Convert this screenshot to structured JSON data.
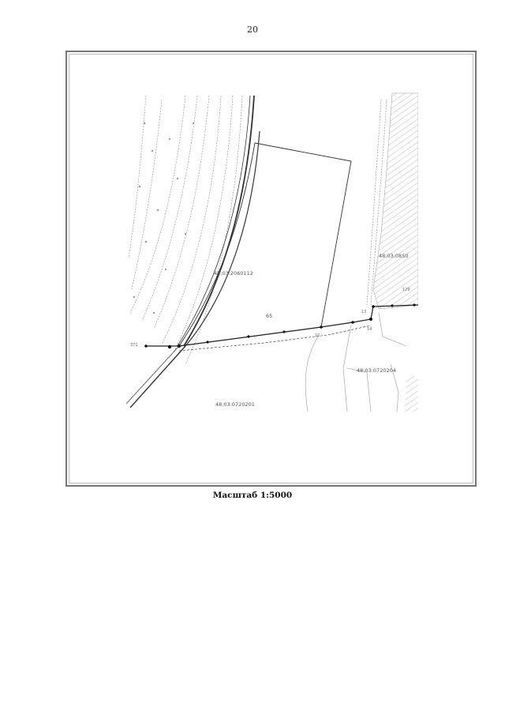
{
  "page": {
    "number": "20"
  },
  "map": {
    "scale_caption": "Масштаб 1:5000",
    "parcel_labels": {
      "main_quarter": "48:03:2060112",
      "bottom_quarter": "48:03:0720201",
      "right_bottom_quarter": "48:03:0720204",
      "right_top_quarter": "48:03:0850",
      "parcel_number": "65"
    },
    "point_labels": {
      "left_point": "371",
      "mid_point": "10",
      "right_point_a": "13",
      "right_point_b": "14",
      "right_point_c": "129"
    },
    "colors": {
      "line": "#222222",
      "sketch": "#8a8a8a",
      "hatch": "#9a9a9a"
    }
  }
}
